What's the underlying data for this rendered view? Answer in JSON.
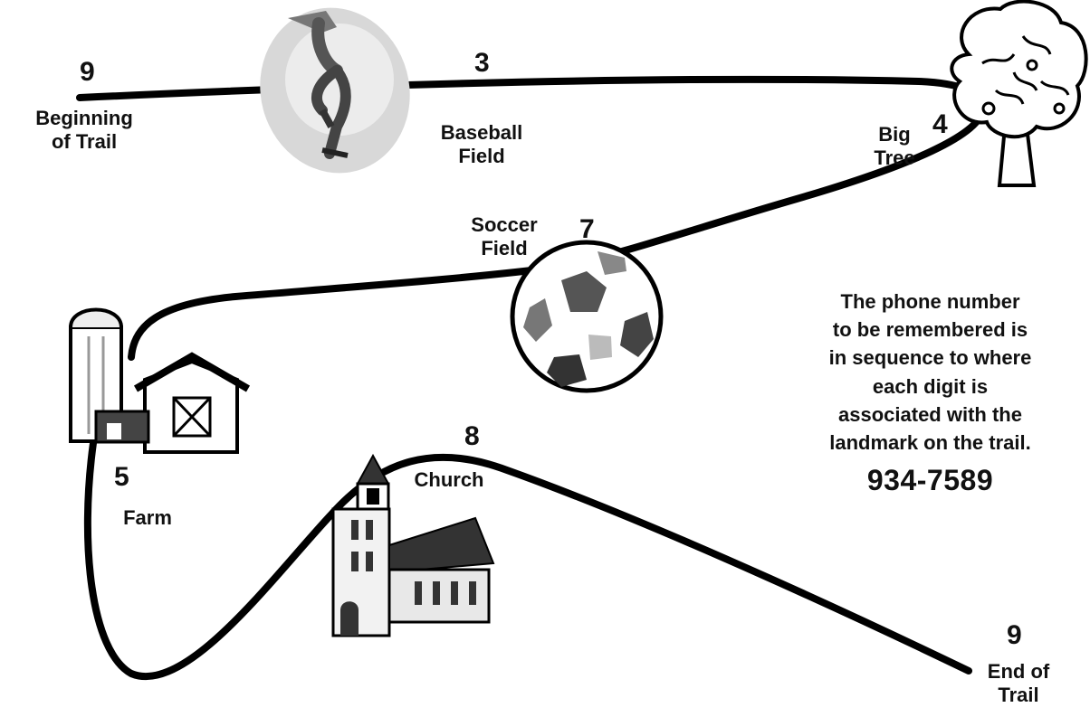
{
  "landmarks": [
    {
      "id": "beginning",
      "digit": "9",
      "label_lines": [
        "Beginning",
        "of Trail"
      ]
    },
    {
      "id": "baseball",
      "digit": "3",
      "label_lines": [
        "Baseball",
        "Field"
      ]
    },
    {
      "id": "big-tree",
      "digit": "4",
      "label_lines": [
        "Big",
        "Tree"
      ]
    },
    {
      "id": "soccer",
      "digit": "7",
      "label_lines": [
        "Soccer",
        "Field"
      ]
    },
    {
      "id": "farm",
      "digit": "5",
      "label_lines": [
        "Farm"
      ]
    },
    {
      "id": "church",
      "digit": "8",
      "label_lines": [
        "Church"
      ]
    },
    {
      "id": "end",
      "digit": "9",
      "label_lines": [
        "End of",
        "Trail"
      ]
    }
  ],
  "caption": {
    "lines": [
      "The phone number",
      "to be remembered is",
      "in sequence to where",
      "each digit is",
      "associated with the",
      "landmark on the trail."
    ],
    "phone": "934-7589"
  },
  "icons": [
    "baseball-player-icon",
    "tree-icon",
    "soccer-ball-icon",
    "farm-silo-barn-icon",
    "church-icon"
  ]
}
